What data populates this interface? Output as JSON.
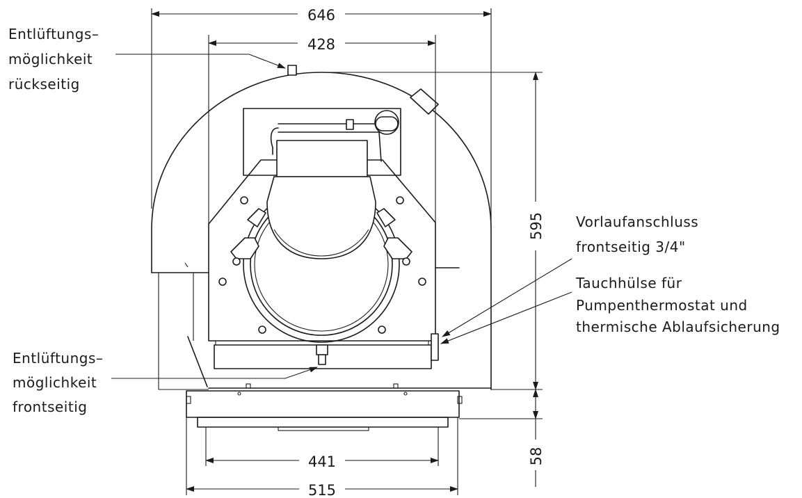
{
  "dimensions": {
    "width_total": "646",
    "width_inner": "428",
    "height_body": "595",
    "height_base": "58",
    "width_base_inner": "441",
    "width_base_outer": "515"
  },
  "labels": {
    "vent_rear": [
      "Entlüftungs–",
      "möglichkeit",
      "rückseitig"
    ],
    "vent_front": [
      "Entlüftungs–",
      "möglichkeit",
      "frontseitig"
    ],
    "flow_connection": [
      "Vorlaufanschluss",
      "frontseitig 3/4\""
    ],
    "sensor_sleeve": [
      "Tauchhülse für",
      "Pumpenthermostat und",
      "thermische Ablaufsicherung"
    ]
  }
}
